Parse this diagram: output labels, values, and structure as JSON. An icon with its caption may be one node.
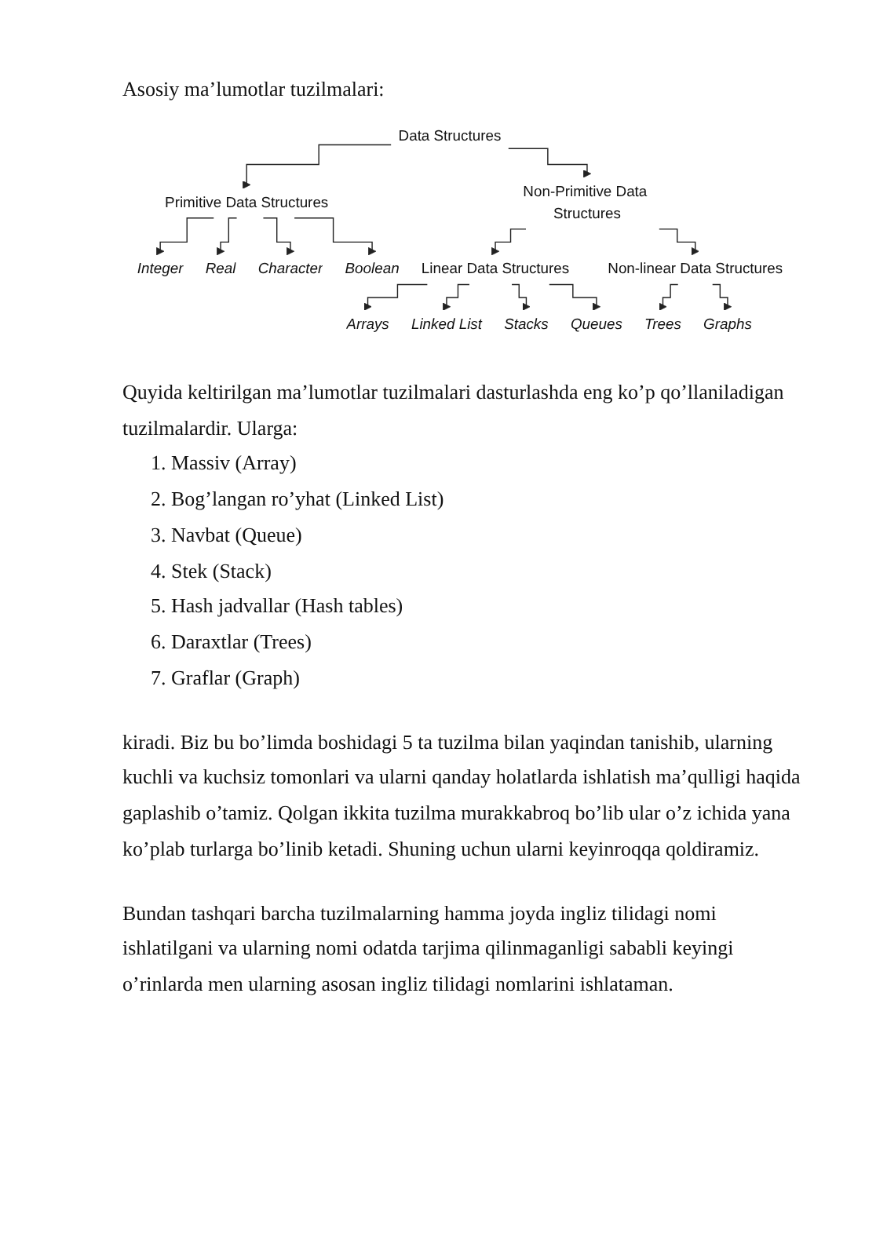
{
  "diagram": {
    "title": "Asosiy ma’lumotlar tuzilmalari:",
    "nodes": [
      {
        "text": [
          "Data Structures"
        ]
      },
      {
        "text": [
          "Primitive Data Structures"
        ]
      },
      {
        "text": [
          "Non-Primitive Data Structures"
        ]
      },
      {
        "text": [
          "Integer"
        ]
      },
      {
        "text": [
          "Real"
        ]
      },
      {
        "text": [
          "Character"
        ]
      },
      {
        "text": [
          "Boolean"
        ]
      },
      {
        "text": [
          "Linear Data Structures"
        ]
      },
      {
        "text": [
          "Non-linear Data Structures"
        ]
      },
      {
        "text": [
          "Arrays"
        ]
      },
      {
        "text": [
          "Linked List"
        ]
      },
      {
        "text": [
          "Stacks"
        ]
      },
      {
        "text": [
          "Queues"
        ]
      },
      {
        "text": [
          "Trees"
        ]
      },
      {
        "text": [
          "Graphs"
        ]
      }
    ],
    "edges": [
      {
        "from": 0,
        "to": 1,
        "arrow": "to"
      },
      {
        "from": 0,
        "to": 2,
        "arrow": "to"
      },
      {
        "from": 1,
        "to": 3,
        "arrow": "to"
      },
      {
        "from": 1,
        "to": 4,
        "arrow": "to"
      },
      {
        "from": 1,
        "to": 5,
        "arrow": "to"
      },
      {
        "from": 1,
        "to": 6,
        "arrow": "to"
      },
      {
        "from": 2,
        "to": 7,
        "arrow": "to"
      },
      {
        "from": 2,
        "to": 8,
        "arrow": "to"
      },
      {
        "from": 7,
        "to": 9,
        "arrow": "to"
      },
      {
        "from": 7,
        "to": 10,
        "arrow": "to"
      },
      {
        "from": 7,
        "to": 11,
        "arrow": "to"
      },
      {
        "from": 7,
        "to": 12,
        "arrow": "to"
      },
      {
        "from": 8,
        "to": 13,
        "arrow": "to"
      },
      {
        "from": 8,
        "to": 14,
        "arrow": "to"
      }
    ],
    "labels": [
      "Quyida keltirilgan ma’lumotlar tuzilmalari dasturlashda eng ko’p qo’llaniladigan tuzilmalardir. Ularga:",
      "1. Massiv (Array)",
      "2. Bog’langan ro’yhat (Linked List)",
      "3. Navbat (Queue)",
      "4. Stek (Stack)",
      "5. Hash jadvallar (Hash tables)",
      "6. Daraxtlar (Trees)",
      "7. Graflar (Graph)",
      "kiradi. Biz bu bo’limda boshidagi 5 ta tuzilma bilan yaqindan tanishib, ularning kuchli va kuchsiz tomonlari va ularni qanday holatlarda ishlatish ma’qulligi haqida gaplashib o’tamiz. Qolgan ikkita tuzilma murakkabroq bo’lib ular o’z ichida yana ko’plab turlarga bo’linib ketadi. Shuning uchun ularni keyinroqqa qoldiramiz.",
      "Bundan tashqari barcha tuzilmalarning hamma joyda ingliz tilidagi nomi ishlatilgani va ularning nomi odatda tarjima qilinmaganligi sababli keyingi o’rinlarda men ularning asosan ingliz tilidagi nomlarini ishlataman."
    ]
  }
}
